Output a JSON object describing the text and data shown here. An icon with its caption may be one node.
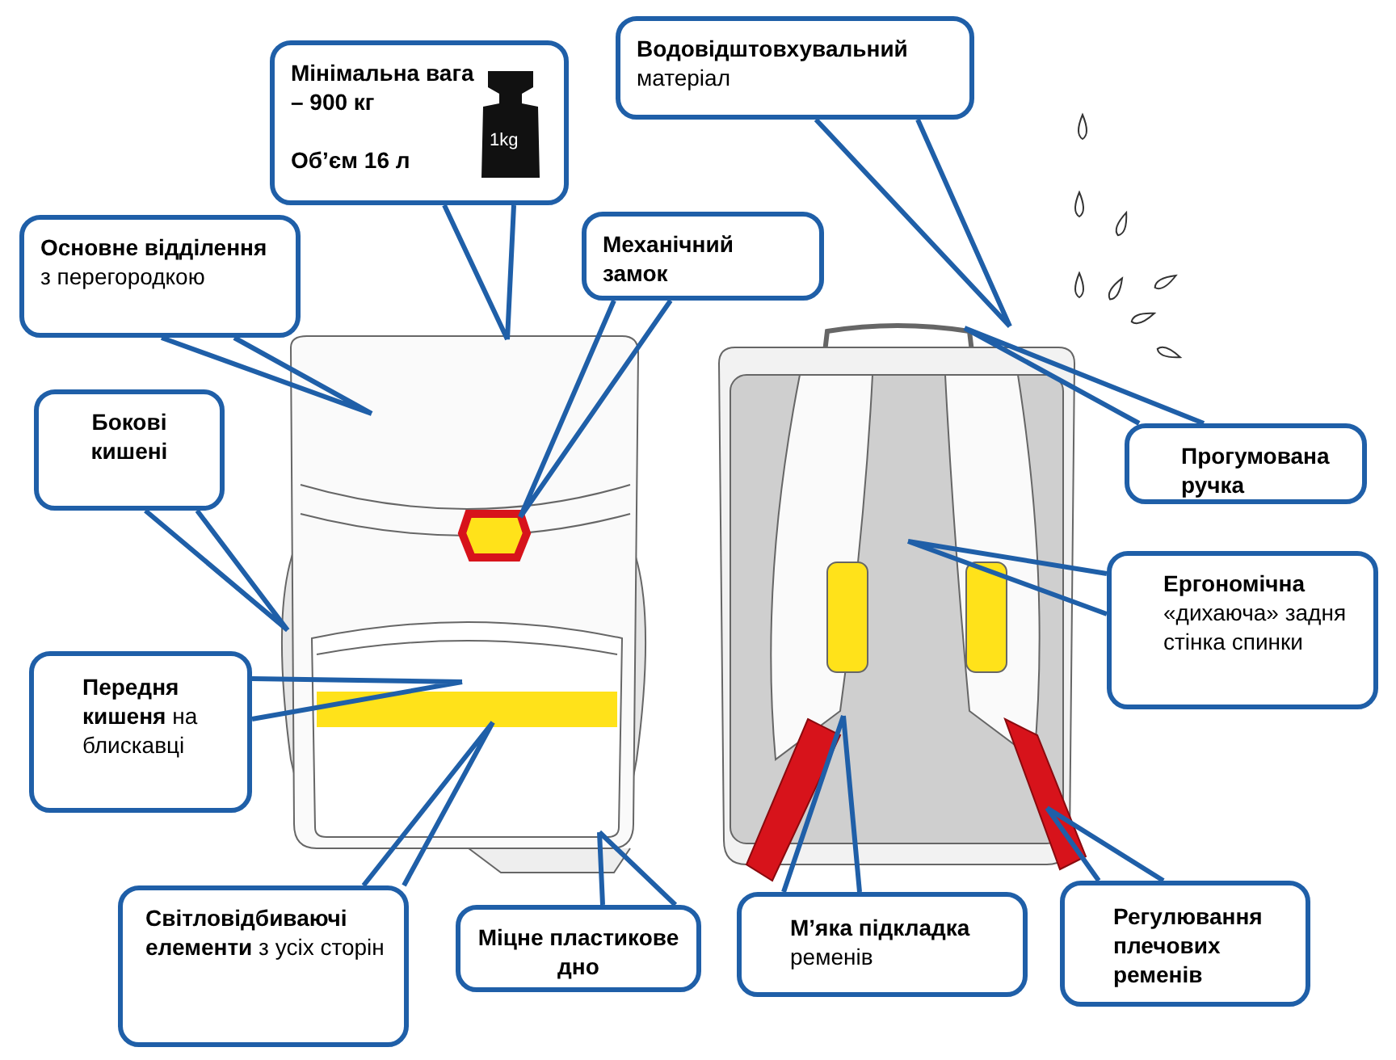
{
  "diagram": {
    "nodes": [
      {
        "text": [
          "Мінімальна вага – 900 кг",
          "Об’єм 16 л",
          "1kg"
        ]
      },
      {
        "text": [
          "**Водовідштовхувальний** матеріал"
        ]
      },
      {
        "text": [
          "**Основне відділення** з перегородкою"
        ]
      },
      {
        "text": [
          "Механічний замок"
        ]
      },
      {
        "text": [
          "Прогумована ручка"
        ]
      },
      {
        "text": [
          "Бокові кишені"
        ]
      },
      {
        "text": [
          "**Ергономічна** «дихаюча» задня стінка спинки"
        ]
      },
      {
        "text": [
          "**Передня кишеня** на блискавці"
        ]
      },
      {
        "text": [
          "**Світловідбиваючі елементи** з усіх сторін"
        ]
      },
      {
        "text": [
          "Міцне пластикове дно"
        ]
      },
      {
        "text": [
          "**М’яка підкладка** ременів"
        ]
      },
      {
        "text": [
          "Регулювання плечових ременів"
        ]
      }
    ],
    "edges": [
      {
        "from": 0,
        "to": null,
        "arrow": "none"
      },
      {
        "from": 1,
        "to": null,
        "arrow": "none"
      },
      {
        "from": 2,
        "to": null,
        "arrow": "none"
      },
      {
        "from": 3,
        "to": null,
        "arrow": "none"
      },
      {
        "from": 4,
        "to": null,
        "arrow": "none"
      },
      {
        "from": 5,
        "to": null,
        "arrow": "none"
      },
      {
        "from": 6,
        "to": null,
        "arrow": "none"
      },
      {
        "from": 7,
        "to": null,
        "arrow": "none"
      },
      {
        "from": 8,
        "to": null,
        "arrow": "none"
      },
      {
        "from": 9,
        "to": null,
        "arrow": "none"
      },
      {
        "from": 10,
        "to": null,
        "arrow": "none"
      },
      {
        "from": 11,
        "to": null,
        "arrow": "none"
      }
    ]
  }
}
